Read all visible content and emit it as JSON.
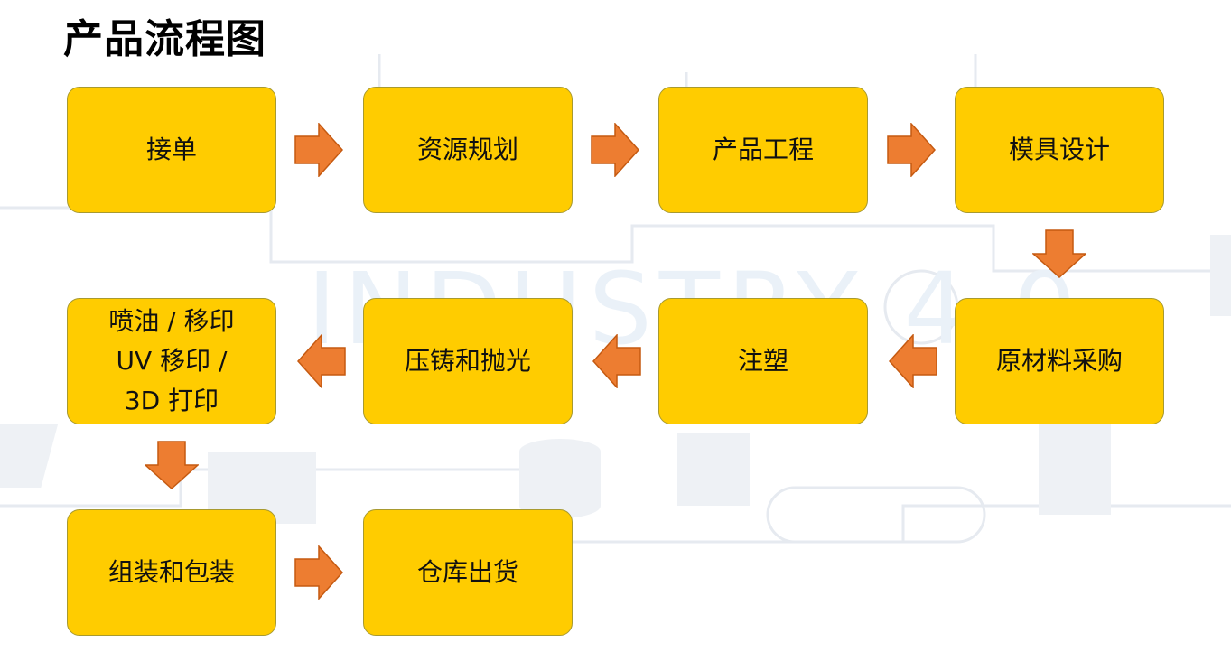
{
  "title": "产品流程图",
  "watermark_text": "INDUSTRY 4.0",
  "colors": {
    "box_fill": "#FFCC00",
    "box_border": "#A89A2F",
    "arrow_fill": "#ED7D31",
    "arrow_stroke": "#C55A11"
  },
  "steps": [
    {
      "label": "接单"
    },
    {
      "label": "资源规划"
    },
    {
      "label": "产品工程"
    },
    {
      "label": "模具设计"
    },
    {
      "label": "原材料采购"
    },
    {
      "label": "注塑"
    },
    {
      "label": "压铸和抛光"
    },
    {
      "label": "喷油 / 移印\nUV 移印 /\n3D 打印"
    },
    {
      "label": "组装和包装"
    },
    {
      "label": "仓库出货"
    }
  ]
}
